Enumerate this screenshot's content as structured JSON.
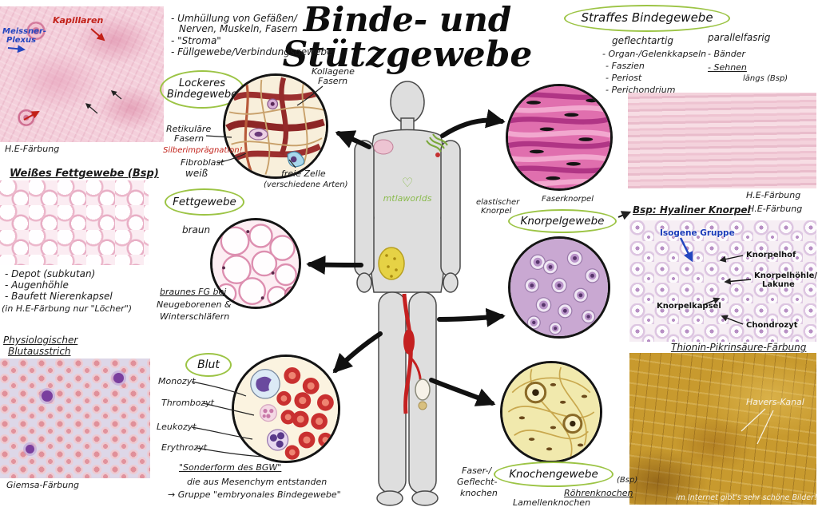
{
  "colors": {
    "accent_green": "#9cc445",
    "annotation_red": "#c22018",
    "annotation_blue": "#2446c0"
  },
  "title": {
    "line1": "Binde- und",
    "line2": "Stützgewebe"
  },
  "watermark": "mtlaworlds",
  "top_left": {
    "label_kapillaren": "Kapillaren",
    "label_meissner_1": "Meissner-",
    "label_meissner_2": "Plexus",
    "caption": "H.E-Färbung"
  },
  "lockeres": {
    "heading_1": "Lockeres",
    "heading_2": "Bindegewebe",
    "notes": [
      "- Umhüllung von Gefäßen/",
      "Nerven, Muskeln, Fasern",
      "- \"Stroma\"",
      "- Füllgewebe/Verbindungsgewebe"
    ],
    "label_kollagene_1": "Kollagene",
    "label_kollagene_2": "Fasern",
    "label_retikulaere_1": "Retikuläre",
    "label_retikulaere_2": "Fasern",
    "label_silber": "Silberimprägnation!",
    "label_fibroblast": "Fibroblast",
    "label_freie_zelle": "freie Zelle",
    "label_freie_zelle_sub": "(verschiedene Arten)"
  },
  "fett": {
    "histo_heading": "Weißes Fettgewebe (Bsp)",
    "notes": [
      "- Depot (subkutan)",
      "- Augenhöhle",
      "- Baufett Nierenkapsel"
    ],
    "note_loecher": "(in H.E-Färbung nur \"Löcher\")",
    "label_weiss": "weiß",
    "heading": "Fettgewebe",
    "label_braun": "braun",
    "note_braun_1": "braunes FG bei",
    "note_braun_2": "Neugeborenen &",
    "note_braun_3": "Winterschläfern"
  },
  "blut": {
    "histo_heading_1": "Physiologischer",
    "histo_heading_2": "Blutausstrich",
    "caption": "Giemsa-Färbung",
    "heading": "Blut",
    "labels": [
      "Monozyt",
      "Thrombozyt",
      "Leukozyt",
      "Erythrozyt"
    ],
    "note_1": "\"Sonderform des BGW\"",
    "note_2": "die aus Mesenchym entstanden",
    "note_3": "→ Gruppe \"embryonales Bindegewebe\""
  },
  "straffes": {
    "heading": "Straffes Bindegewebe",
    "sub_left": "geflechtartig",
    "sub_right": "parallelfasrig",
    "notes_left": [
      "- Organ-/Gelenkkapseln",
      "- Faszien",
      "- Periost",
      "- Perichondrium"
    ],
    "notes_right": [
      "- Bänder",
      "- Sehnen"
    ],
    "note_laengs": "längs (Bsp)",
    "caption": "H.E-Färbung"
  },
  "knorpel": {
    "label_elastisch_1": "elastischer",
    "label_elastisch_2": "Knorpel",
    "label_faser": "Faserknorpel",
    "heading": "Knorpelgewebe",
    "bsp": "Bsp: Hyaliner Knorpel",
    "caption": "H.E-Färbung",
    "img_labels": {
      "isogene": "Isogene Gruppe",
      "knorpelhof": "Knorpelhof",
      "hoehle_1": "Knorpelhöhle/",
      "hoehle_2": "Lakune",
      "kapsel": "Knorpelkapsel",
      "chondrozyt": "Chondrozyt"
    }
  },
  "knochen": {
    "histo_heading": "Thionin-Pikrinsäure-Färbung",
    "label_havers": "Havers-Kanal",
    "note_internet": "im Internet gibt's sehr schöne Bilder!",
    "heading": "Knochengewebe",
    "label_faser_1": "Faser-/",
    "label_faser_2": "Geflecht-",
    "label_faser_3": "knochen",
    "label_lamellen": "Lamellenknochen",
    "label_roehren": "Röhrenknochen",
    "label_bsp": "(Bsp)"
  }
}
